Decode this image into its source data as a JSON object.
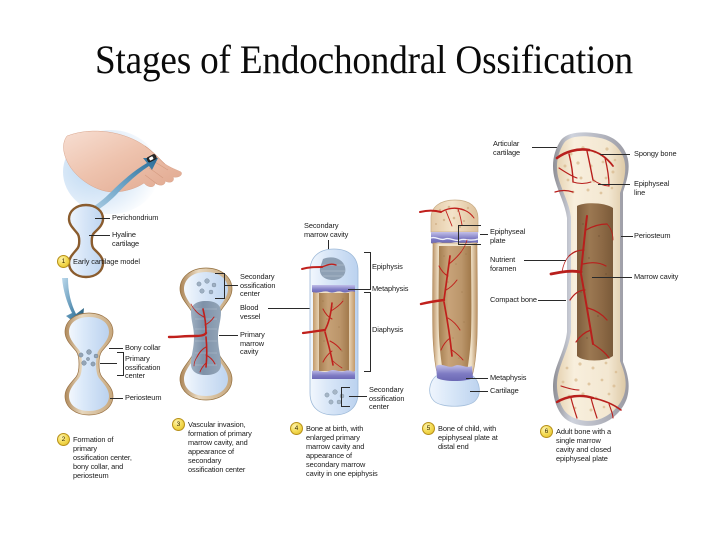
{
  "slide": {
    "title": "Stages of Endochondral Ossification",
    "background_color": "#ffffff",
    "text_color": "#1b1b1b"
  },
  "figure": {
    "colors": {
      "perichondrium": "#8a5c2e",
      "hyaline_cartilage": "#cfe0f6",
      "blood_vessel": "#c0201c",
      "spongy_bone_blue": "#8699ae",
      "marrow_tan": "#b58d5d",
      "epiphyseal_plate": "#7f7cc4",
      "compact_bone": "#efe0c6",
      "adult_marrow": "#8e6b47",
      "arrow_blue": "#2c6e9a",
      "step_badge": "#f5dd5a"
    },
    "panels": [
      {
        "number": "1",
        "caption": "Early cartilage model",
        "labels": [
          "Perichondrium",
          "Hyaline\ncartilage"
        ],
        "inset": "fetal-hand-illustration"
      },
      {
        "number": "2",
        "caption": "Formation of\nprimary\nossification center,\nbony collar, and\nperiosteum",
        "labels": [
          "Bony collar",
          "Primary\nossification\ncenter",
          "Periosteum"
        ]
      },
      {
        "number": "3",
        "caption": "Vascular invasion,\nformation of primary\nmarrow cavity, and\nappearance of\nsecondary\nossification center",
        "labels": [
          "Secondary\nossification\ncenter",
          "Blood\nvessel",
          "Primary\nmarrow\ncavity"
        ]
      },
      {
        "number": "4",
        "caption": "Bone at birth, with\nenlarged primary\nmarrow cavity and\nappearance of\nsecondary marrow\ncavity in one epiphysis",
        "labels": [
          "Secondary\nmarrow cavity",
          "Epiphysis",
          "Metaphysis",
          "Diaphysis",
          "Secondary\nossification\ncenter"
        ]
      },
      {
        "number": "5",
        "caption": "Bone of child, with\nepiphyseal plate at\ndistal end",
        "labels": [
          "Epiphyseal\nplate",
          "Nutrient\nforamen",
          "Compact bone",
          "Metaphysis",
          "Cartilage"
        ]
      },
      {
        "number": "6",
        "caption": "Adult bone with a\nsingle marrow\ncavity and closed\nepiphyseal plate",
        "labels": [
          "Articular\ncartilage",
          "Spongy bone",
          "Epiphyseal\nline",
          "Periosteum",
          "Marrow cavity"
        ]
      }
    ]
  }
}
